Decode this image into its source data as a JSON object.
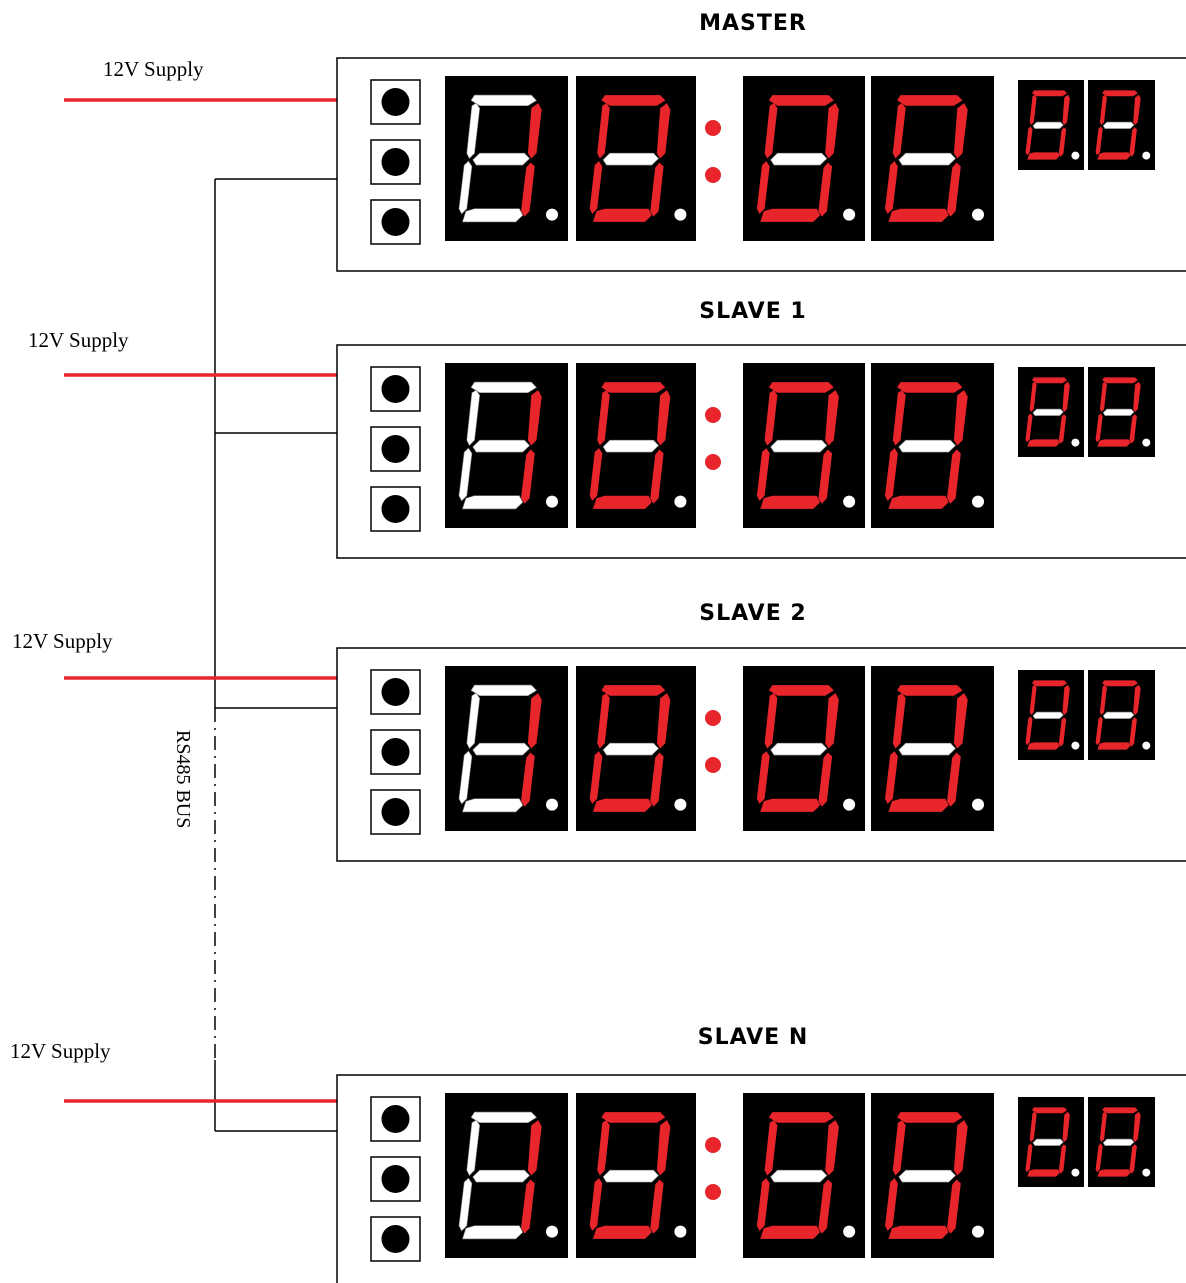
{
  "units": [
    {
      "name": "MASTER",
      "supply": "12V Supply"
    },
    {
      "name": "SLAVE 1",
      "supply": "12V Supply"
    },
    {
      "name": "SLAVE 2",
      "supply": "12V Supply"
    },
    {
      "name": "SLAVE N",
      "supply": "12V Supply"
    }
  ],
  "bus_label": "RS485 BUS",
  "colors": {
    "supply_wire": "#e8252b",
    "segment_on": "#e8252b",
    "segment_white": "#ffffff",
    "display_bg": "#000000",
    "wire": "#000000"
  }
}
